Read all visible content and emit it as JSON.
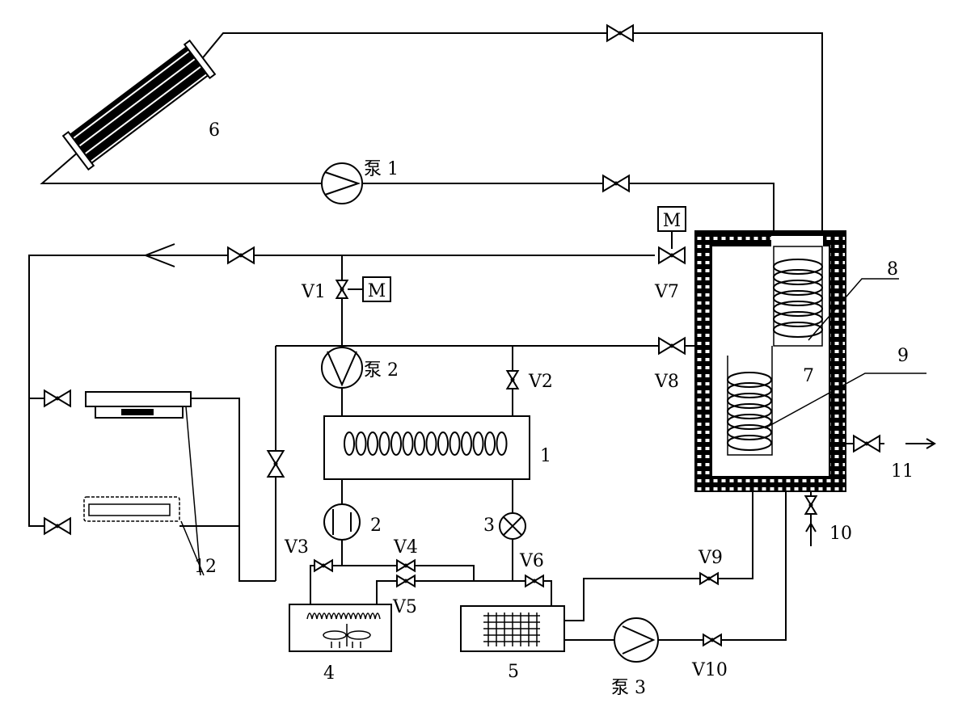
{
  "labels": {
    "pump1": "泵 1",
    "pump2": "泵 2",
    "pump3": "泵 3",
    "v1": "V1",
    "v2": "V2",
    "v3": "V3",
    "v4": "V4",
    "v5": "V5",
    "v6": "V6",
    "v7": "V7",
    "v8": "V8",
    "v9": "V9",
    "v10": "V10",
    "n1": "1",
    "n2": "2",
    "n3": "3",
    "n4": "4",
    "n5": "5",
    "n6": "6",
    "n7": "7",
    "n8": "8",
    "n9": "9",
    "n10": "10",
    "n11": "11",
    "n12": "12",
    "motor_v1": "M",
    "motor_v7": "M"
  },
  "colors": {
    "line": "#000000",
    "background": "#ffffff"
  },
  "icons": [
    "valve-icon",
    "pump-icon",
    "compressor-icon",
    "expansion-valve-icon",
    "motor-actuator-icon",
    "coil-icon",
    "arrow-icon"
  ]
}
